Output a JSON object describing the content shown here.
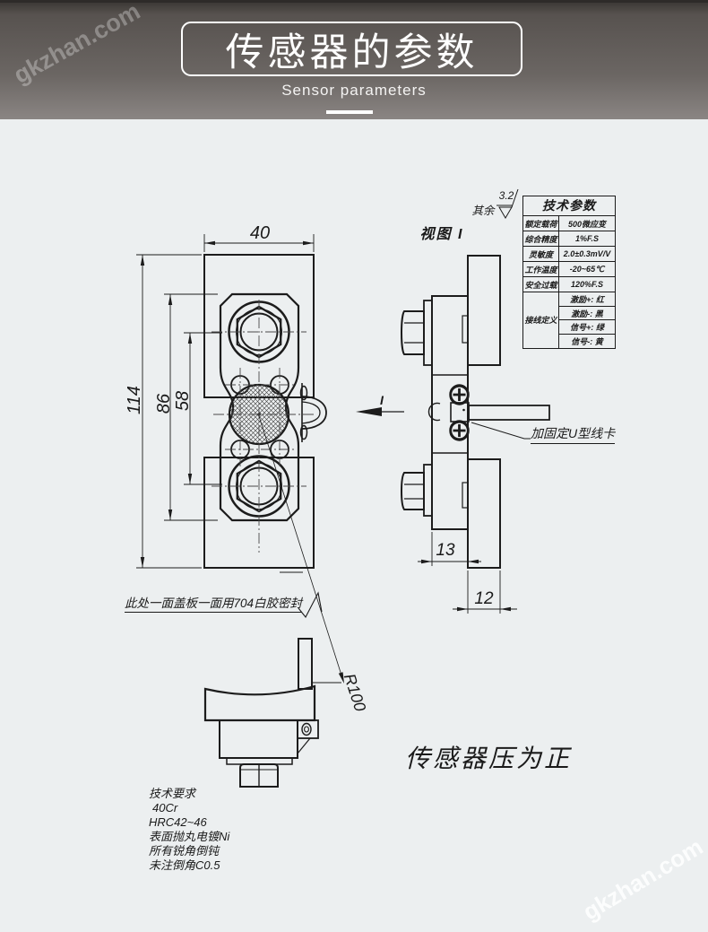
{
  "watermark": {
    "text": "gkzhan.com"
  },
  "header": {
    "title": "传感器的参数",
    "subtitle": "Sensor parameters"
  },
  "colors": {
    "header_gradient_top": "#57524f",
    "header_gradient_bottom": "#8a8583",
    "canvas_bg": "#eceff0",
    "line": "#1c1c1c"
  },
  "params_table": {
    "title": "技术参数",
    "rows": [
      {
        "label": "额定载荷",
        "value": "500微应变"
      },
      {
        "label": "综合精度",
        "value": "1%F.S"
      },
      {
        "label": "灵敏度",
        "value": "2.0±0.3mV/V"
      },
      {
        "label": "工作温度",
        "value": "-20~65℃"
      },
      {
        "label": "安全过载",
        "value": "120%F.S"
      }
    ],
    "wiring": {
      "label": "接线定义",
      "values": [
        "激励+: 红",
        "激励-: 黑",
        "信号+: 绿",
        "信号-: 黄"
      ]
    }
  },
  "drawing": {
    "surface_finish": {
      "prefix": "其余",
      "value": "3.2"
    },
    "view_label": "视图 I",
    "view_arrow_label": "I",
    "dims": {
      "w40": "40",
      "h114": "114",
      "h86": "86",
      "h58": "58",
      "d13": "13",
      "d12": "12",
      "r100": "R100"
    },
    "clip_note": "加固定U型线卡",
    "seal_note": "此处一面盖板一面用704白胶密封",
    "pressure_note": "传感器压为正",
    "tech_requirements": [
      "技术要求",
      "40Cr",
      "HRC42~46",
      "表面抛丸电镀Ni",
      "所有锐角倒钝",
      "未注倒角C0.5"
    ]
  }
}
